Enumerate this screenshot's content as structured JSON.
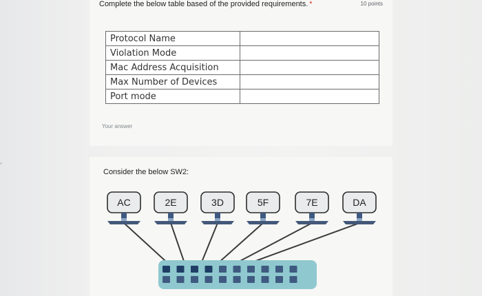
{
  "question": {
    "text": "Complete the below table based of the provided requirements.",
    "required_mark": "*",
    "points": "10 points"
  },
  "requirements_table": {
    "rows": [
      {
        "label": "Protocol Name",
        "value": ""
      },
      {
        "label": "Violation Mode",
        "value": ""
      },
      {
        "label": "Mac Address Acquisition",
        "value": ""
      },
      {
        "label": "Max Number of Devices",
        "value": ""
      },
      {
        "label": "Port mode",
        "value": ""
      }
    ]
  },
  "answer": {
    "placeholder": "Your answer"
  },
  "next_question": {
    "text": "Consider the below SW2:",
    "hosts": [
      "AC",
      "2E",
      "3D",
      "5F",
      "7E",
      "DA"
    ]
  },
  "colors": {
    "switch_body": "#8fc9cf",
    "port": "#3f5a80",
    "cable": "#3b3b3b",
    "label_box_border": "#2c2c2c"
  }
}
